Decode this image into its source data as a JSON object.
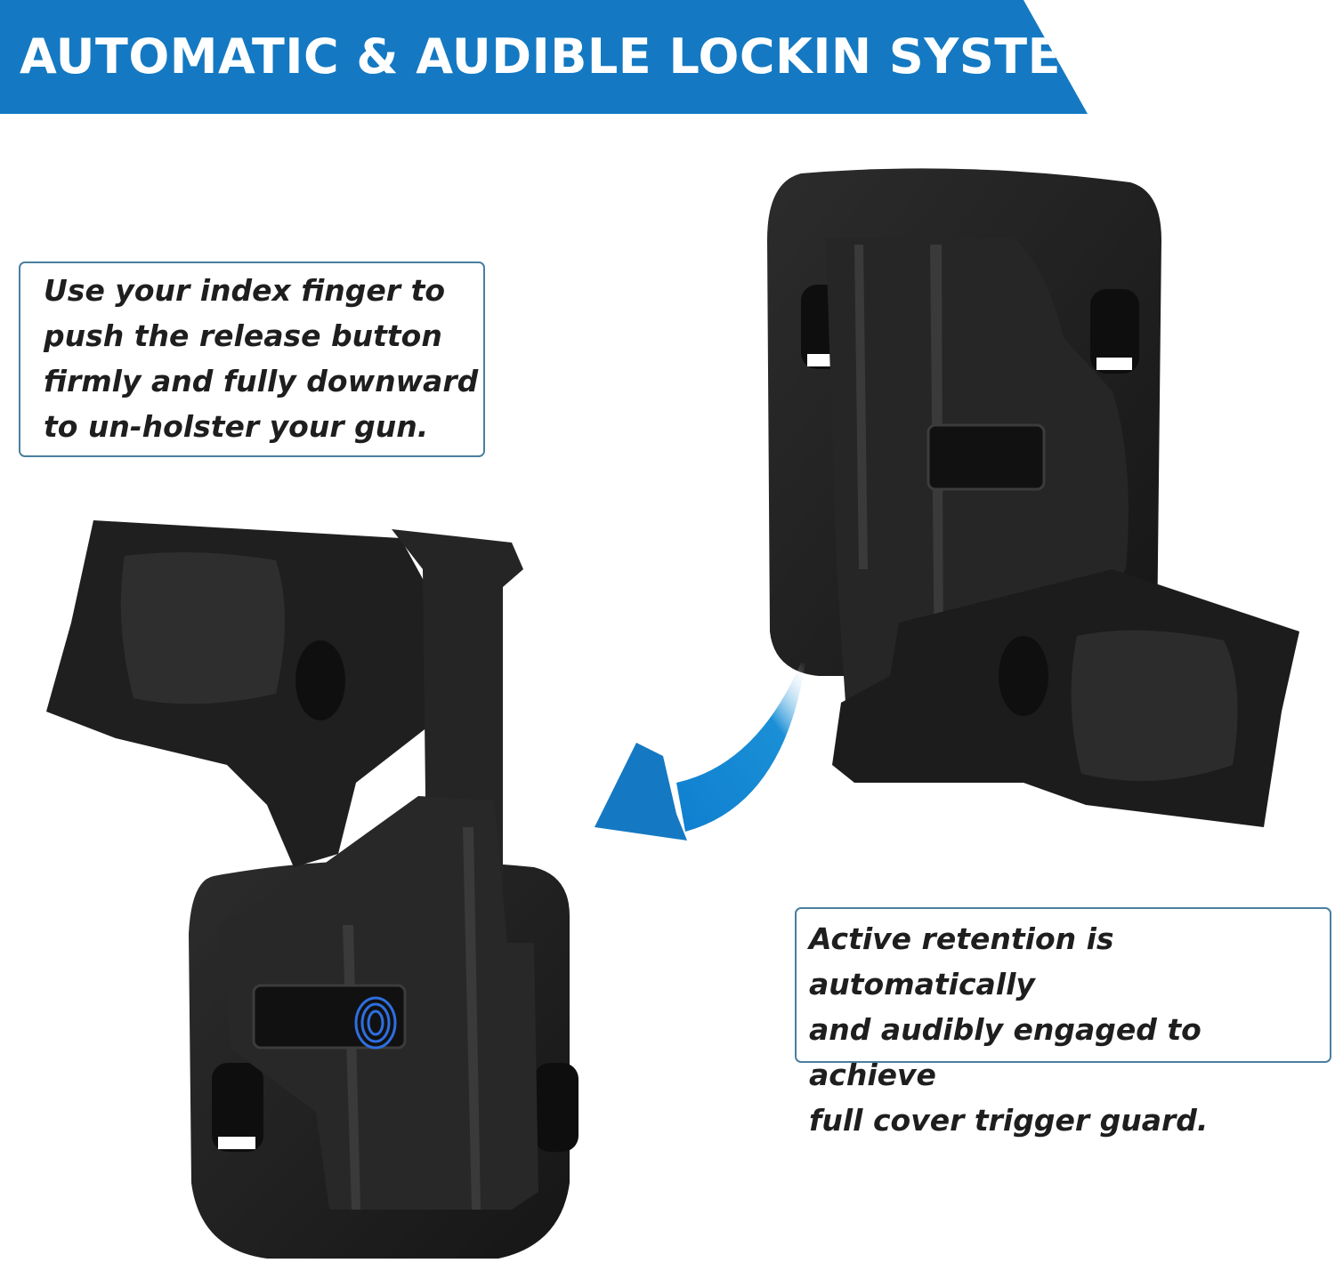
{
  "banner": {
    "title": "AUTOMATIC & AUDIBLE LOCKIN SYSTEM",
    "color": "#1479c2"
  },
  "callouts": [
    {
      "text": "Use your index finger to\npush the release button\nfirmly and fully downward\nto un-holster your gun."
    },
    {
      "text": "Active retention is automatically\nand audibly engaged to achieve\nfull cover trigger guard."
    }
  ],
  "colors": {
    "holster": "#232323",
    "holster_highlight": "#3a3a3a",
    "border": "#4a7f9f",
    "arrow": "#1a8fd6",
    "fingerprint": "#2e6fe0"
  },
  "icons": {
    "arrow": "curved-arrow-icon",
    "fingerprint": "fingerprint-icon"
  }
}
